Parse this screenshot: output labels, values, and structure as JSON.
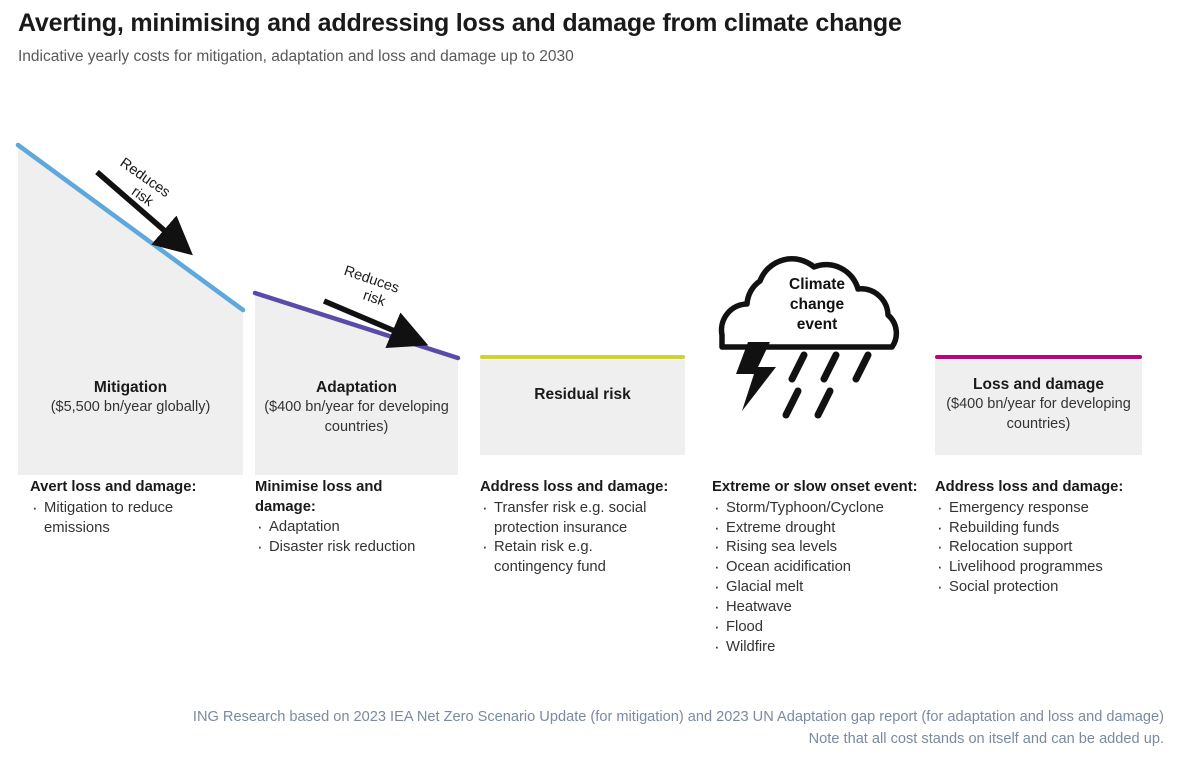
{
  "header": {
    "title": "Averting, minimising and addressing loss and damage from climate change",
    "subtitle": "Indicative yearly costs for mitigation, adaptation and loss and damage up to 2030"
  },
  "colors": {
    "mitigation_line": "#5fa8dc",
    "adaptation_line": "#5b4ba8",
    "residual_line": "#cdd333",
    "loss_damage_line": "#bf007c",
    "panel_fill": "#efefef",
    "footer_text": "#7b8aa0"
  },
  "annotations": {
    "reduces_risk_line1": "Reduces",
    "reduces_risk_line2": "risk",
    "arrow_icon": "down-right-arrow-icon"
  },
  "cloud": {
    "icon": "storm-cloud-icon",
    "lightning_icon": "lightning-bolt-icon",
    "rain_icon": "rain-dashes-icon",
    "line1": "Climate",
    "line2": "change",
    "line3": "event"
  },
  "columns": [
    {
      "key": "mitigation",
      "panel_title": "Mitigation",
      "panel_sub": "($5,500 bn/year globally)",
      "list_head": "Avert loss and damage:",
      "bullets": [
        "Mitigation to reduce emissions"
      ]
    },
    {
      "key": "adaptation",
      "panel_title": "Adaptation",
      "panel_sub": "($400 bn/year for developing countries)",
      "list_head": "Minimise loss and damage:",
      "bullets": [
        "Adaptation",
        "Disaster risk reduction"
      ]
    },
    {
      "key": "residual-risk",
      "panel_title": "Residual risk",
      "panel_sub": "",
      "list_head": "Address loss and damage:",
      "bullets": [
        "Transfer risk e.g. social protection insurance",
        "Retain risk e.g. contingency fund"
      ]
    },
    {
      "key": "climate-change-event",
      "panel_title": "",
      "panel_sub": "",
      "list_head": "Extreme or slow onset event:",
      "bullets": [
        "Storm/Typhoon/Cyclone",
        "Extreme drought",
        "Rising sea levels",
        "Ocean acidification",
        "Glacial melt",
        "Heatwave",
        "Flood",
        "Wildfire"
      ]
    },
    {
      "key": "loss-and-damage",
      "panel_title": "Loss and damage",
      "panel_sub": "($400 bn/year for developing countries)",
      "list_head": "Address loss and damage:",
      "bullets": [
        "Emergency response",
        "Rebuilding funds",
        "Relocation support",
        "Livelihood programmes",
        "Social protection"
      ]
    }
  ],
  "footer": {
    "line1": "ING Research based on 2023 IEA Net Zero Scenario Update (for mitigation) and 2023 UN Adaptation gap report (for adaptation and loss and damage)",
    "line2": "Note that all cost stands on itself and can be added up."
  }
}
